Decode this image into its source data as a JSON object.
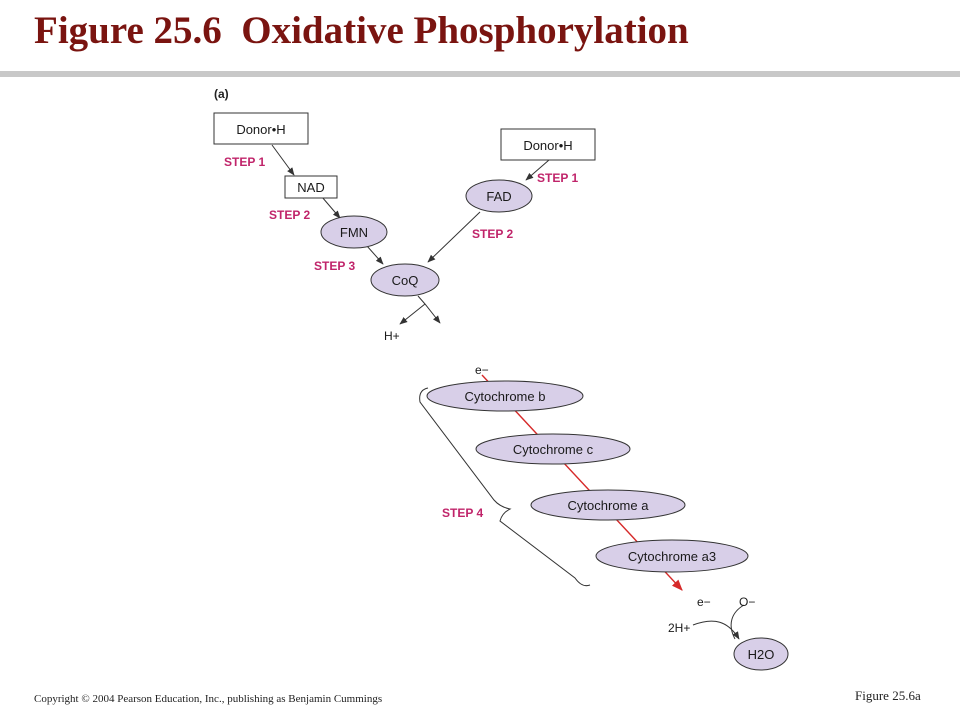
{
  "title": "Figure 25.6  Oxidative Phosphorylation",
  "panel_label": "(a)",
  "boxes": {
    "donor_left": "Donor•H",
    "donor_right": "Donor•H",
    "nad": "NAD"
  },
  "carriers": {
    "fad": "FAD",
    "fmn": "FMN",
    "coq": "CoQ",
    "cyt_b": "Cytochrome b",
    "cyt_c": "Cytochrome c",
    "cyt_a": "Cytochrome a",
    "cyt_a3": "Cytochrome a3",
    "water": "H2O"
  },
  "steps": {
    "left_step1": "STEP 1",
    "left_step2": "STEP 2",
    "left_step3": "STEP 3",
    "right_step1": "STEP 1",
    "right_step2": "STEP 2",
    "step4": "STEP 4"
  },
  "labels": {
    "proton": "H+",
    "electron_top": "e−",
    "electron_bottom": "e−",
    "oxygen": "O−",
    "two_protons": "2H+"
  },
  "footer": {
    "copyright": "Copyright © 2004 Pearson Education, Inc., publishing as Benjamin Cummings",
    "figure_ref": "Figure 25.6a"
  }
}
